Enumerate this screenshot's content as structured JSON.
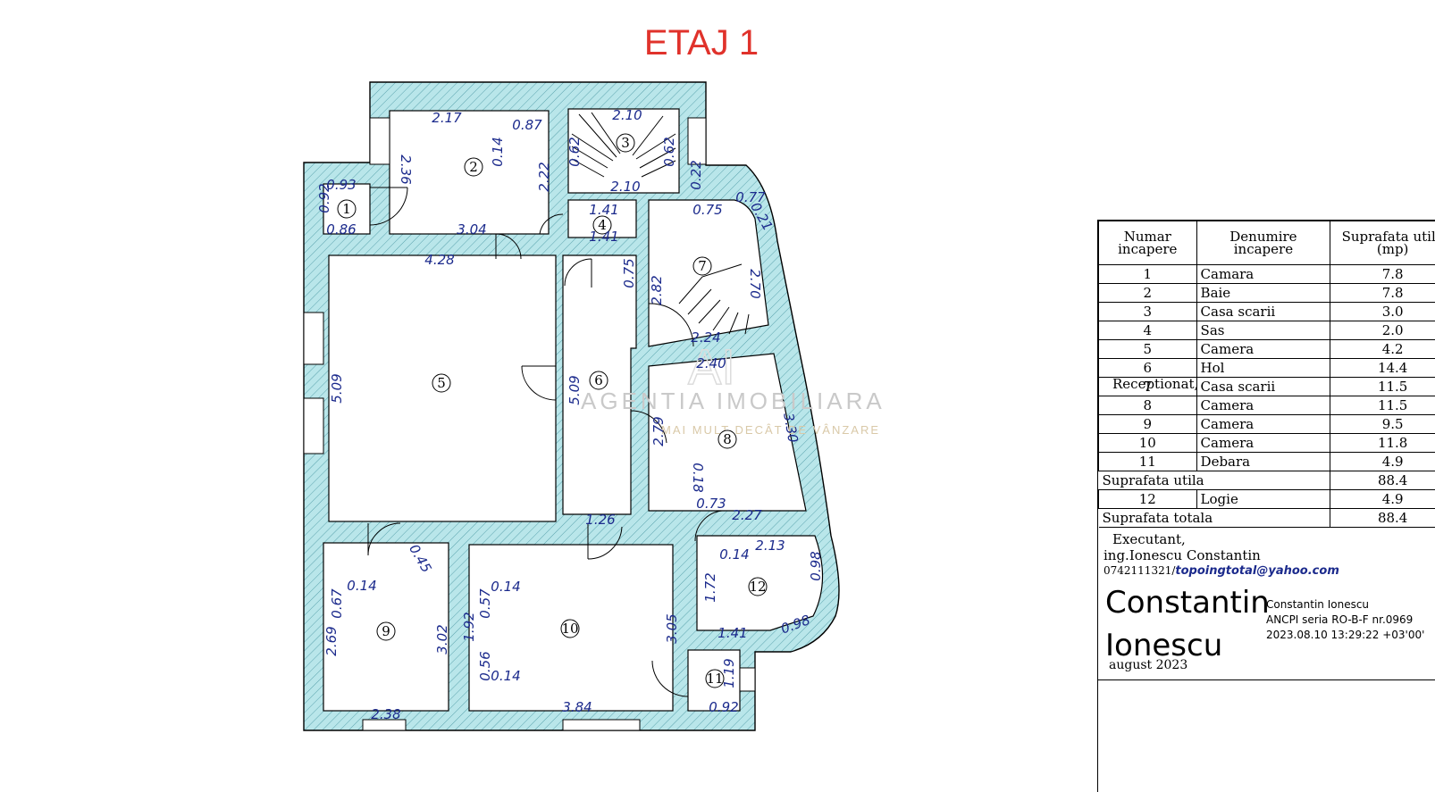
{
  "title": "ETAJ 1",
  "watermark": {
    "logo_text": "AI",
    "line1": "AGENTIA IMOBILIARA",
    "line2": "MAI MULT DECÂT DE VÂNZARE"
  },
  "rooms": [
    {
      "no": "1"
    },
    {
      "no": "2"
    },
    {
      "no": "3"
    },
    {
      "no": "4"
    },
    {
      "no": "5"
    },
    {
      "no": "6"
    },
    {
      "no": "7"
    },
    {
      "no": "8"
    },
    {
      "no": "9"
    },
    {
      "no": "10"
    },
    {
      "no": "11"
    },
    {
      "no": "12"
    }
  ],
  "dimensions": [
    "2.17",
    "0.87",
    "0.14",
    "2.36",
    "2.22",
    "0.93",
    "0.92",
    "0.86",
    "3.04",
    "2.10",
    "0.62",
    "0.62",
    "2.10",
    "0.22",
    "1.41",
    "1.41",
    "0.77",
    "0.21",
    "0.75",
    "0.75",
    "2.82",
    "2.70",
    "2.24",
    "4.28",
    "5.09",
    "5.09",
    "2.40",
    "2.79",
    "3.30",
    "0.18",
    "0.73",
    "2.27",
    "1.26",
    "0.45",
    "0.14",
    "0.67",
    "2.69",
    "3.02",
    "2.38",
    "0.57",
    "0.14",
    "1.92",
    "0.56",
    "0.14",
    "3.05",
    "3.84",
    "0.14",
    "2.13",
    "1.72",
    "0.98",
    "0.98",
    "1.41",
    "1.19",
    "0.92"
  ],
  "table": {
    "headers": [
      "Numar incapere",
      "Denumire incapere",
      "Suprafata utila (mp)"
    ],
    "rows": [
      {
        "no": "1",
        "name": "Camara",
        "area": "7.8"
      },
      {
        "no": "2",
        "name": "Baie",
        "area": "7.8"
      },
      {
        "no": "3",
        "name": "Casa scarii",
        "area": "3.0"
      },
      {
        "no": "4",
        "name": "Sas",
        "area": "2.0"
      },
      {
        "no": "5",
        "name": "Camera",
        "area": "4.2"
      },
      {
        "no": "6",
        "name": "Hol",
        "area": "14.4"
      },
      {
        "no": "7",
        "name": "Casa scarii",
        "area": "11.5"
      },
      {
        "no": "8",
        "name": "Camera",
        "area": "11.5"
      },
      {
        "no": "9",
        "name": "Camera",
        "area": "9.5"
      },
      {
        "no": "10",
        "name": "Camera",
        "area": "11.8"
      },
      {
        "no": "11",
        "name": "Debara",
        "area": "4.9"
      }
    ],
    "subtotal_label": "Suprafata utila",
    "subtotal_value": "88.4",
    "extra_row": {
      "no": "12",
      "name": "Logie",
      "area": "4.9"
    },
    "total_label": "Suprafata totala",
    "total_value": "88.4"
  },
  "executant": {
    "label": "Executant,",
    "name": "ing.Ionescu Constantin",
    "phone": "0742111321/",
    "email": "topoingtotal@yahoo.com",
    "signature_big": "Constantin Ionescu",
    "sig_name": "Constantin Ionescu",
    "sig_ancpi": "ANCPI seria RO-B-F nr.0969",
    "sig_timestamp": "2023.08.10 13:29:22 +03'00'",
    "date": "august 2023"
  },
  "receptionat": "Receptionat,"
}
